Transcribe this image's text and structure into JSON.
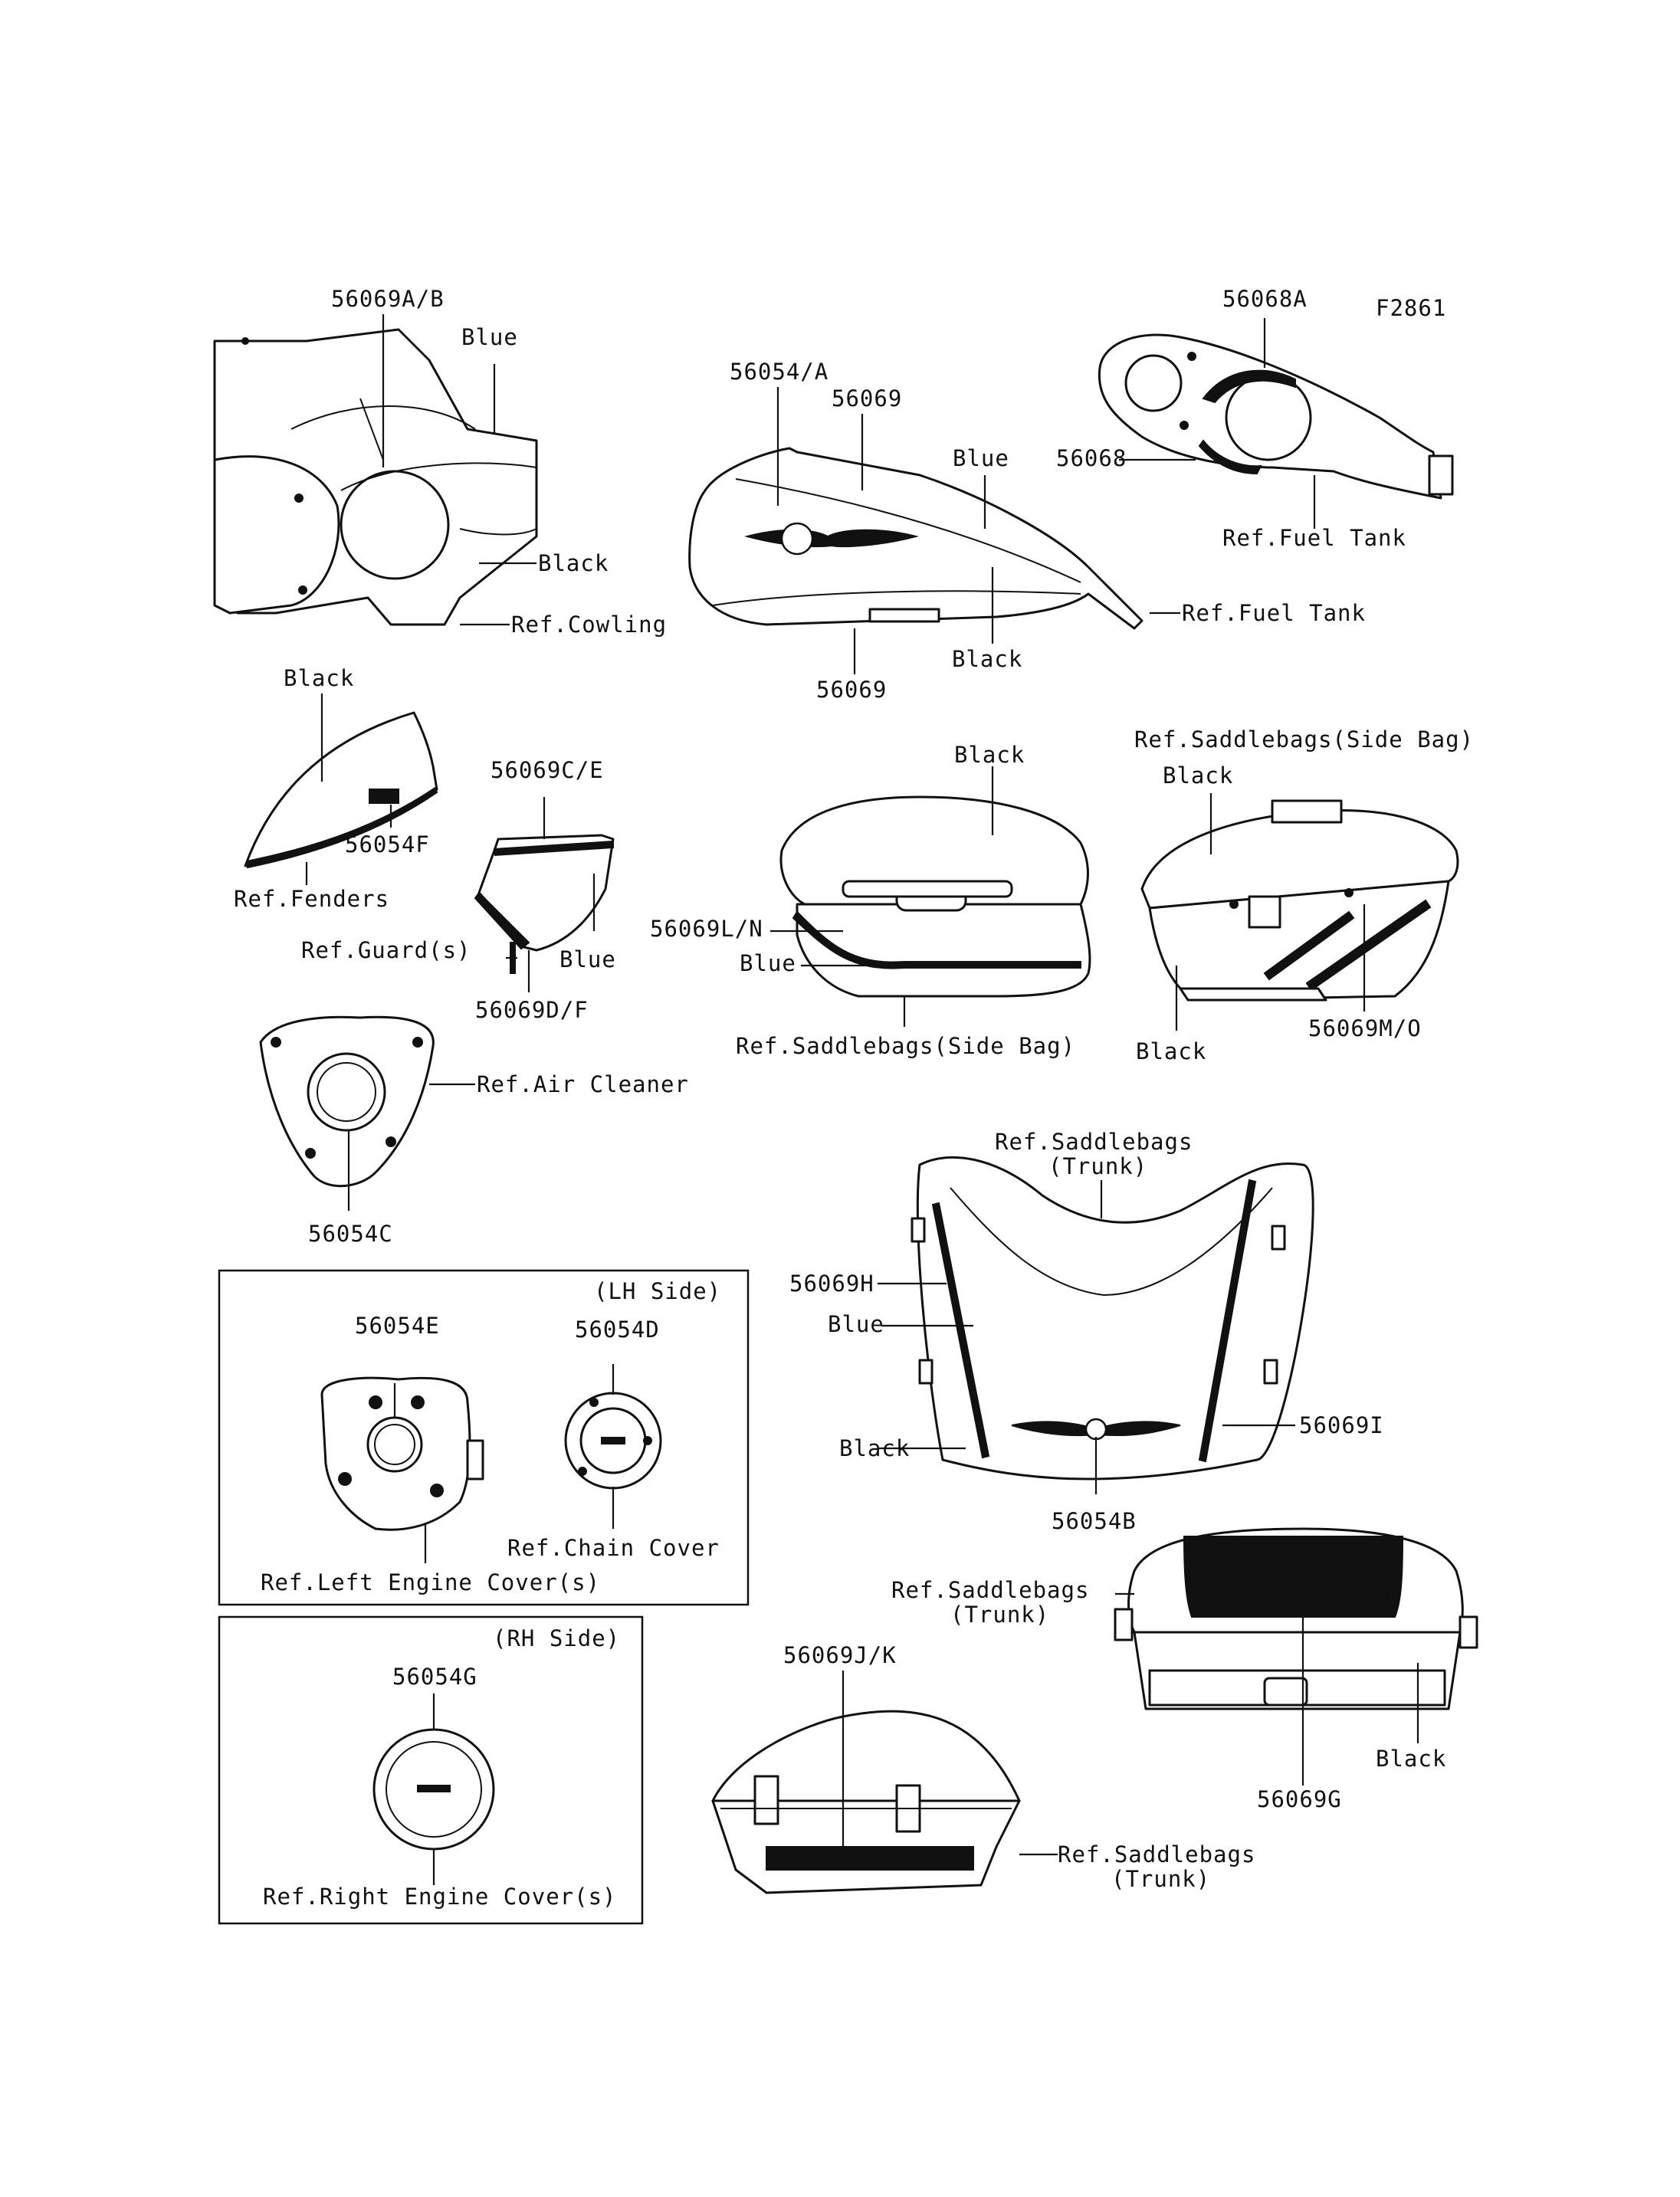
{
  "figure_code": "F2861",
  "labels": {
    "l01": "56069A/B",
    "l02": "Blue",
    "l03": "Black",
    "l04": "Ref.Cowling",
    "l05": "56054/A",
    "l06": "56069",
    "l07": "Blue",
    "l08": "Ref.Fuel Tank",
    "l09": "Black",
    "l10": "56069",
    "l11": "56068A",
    "l12": "56068",
    "l13": "Ref.Fuel Tank",
    "l14": "Black",
    "l15": "56054F",
    "l16": "Ref.Fenders",
    "l17": "56069C/E",
    "l18": "Ref.Guard(s)",
    "l19": "Blue",
    "l20": "56069D/F",
    "l21": "Ref.Air Cleaner",
    "l22": "56054C",
    "l23": "Black",
    "l24": "56069L/N",
    "l25": "Blue",
    "l26": "Ref.Saddlebags(Side Bag)",
    "l27": "Ref.Saddlebags(Side Bag)",
    "l28": "Black",
    "l29": "Black",
    "l30": "56069M/O",
    "l31": "Ref.Saddlebags",
    "l32": "(Trunk)",
    "l33": "56069H",
    "l34": "Blue",
    "l35": "Black",
    "l36": "56069I",
    "l37": "56054B",
    "l38": "Ref.Saddlebags",
    "l39": "(Trunk)",
    "l40": "Black",
    "l41": "56069G",
    "l42": "56069J/K",
    "l43": "Ref.Saddlebags",
    "l44": "(Trunk)",
    "l45": "(LH Side)",
    "l46": "56054E",
    "l47": "56054D",
    "l48": "Ref.Chain Cover",
    "l49": "Ref.Left Engine Cover(s)",
    "l50": "(RH Side)",
    "l51": "56054G",
    "l52": "Ref.Right Engine Cover(s)"
  }
}
